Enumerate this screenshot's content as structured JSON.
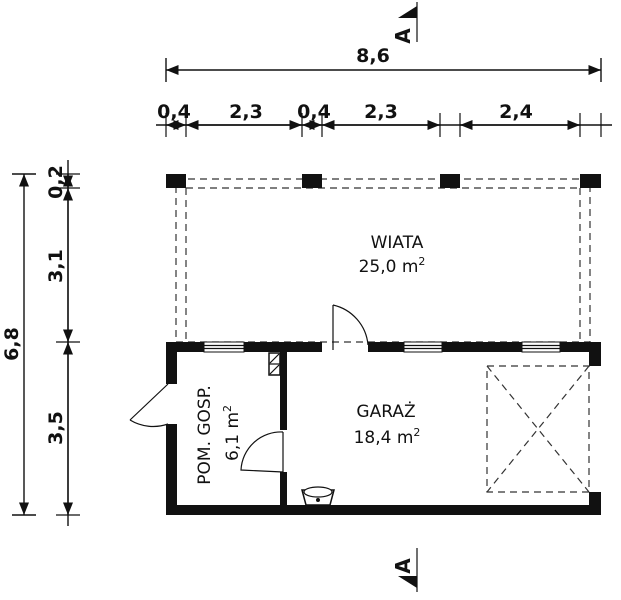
{
  "dimensions": {
    "total_width": "8,6",
    "segments": [
      "0,4",
      "2,3",
      "0,4",
      "2,3",
      "2,4"
    ],
    "total_height": "6,8",
    "vertical_segments": [
      "0,2",
      "3,1",
      "3,5"
    ]
  },
  "section_marks": {
    "top": "A",
    "bottom": "A"
  },
  "rooms": {
    "wiata": {
      "name": "WIATA",
      "area": "25,0 m",
      "sup": "2"
    },
    "garaz": {
      "name": "GARAŻ",
      "area": "18,4 m",
      "sup": "2"
    },
    "pom_gosp": {
      "name": "POM. GOSP.",
      "area": "6,1 m",
      "sup": "2"
    }
  }
}
